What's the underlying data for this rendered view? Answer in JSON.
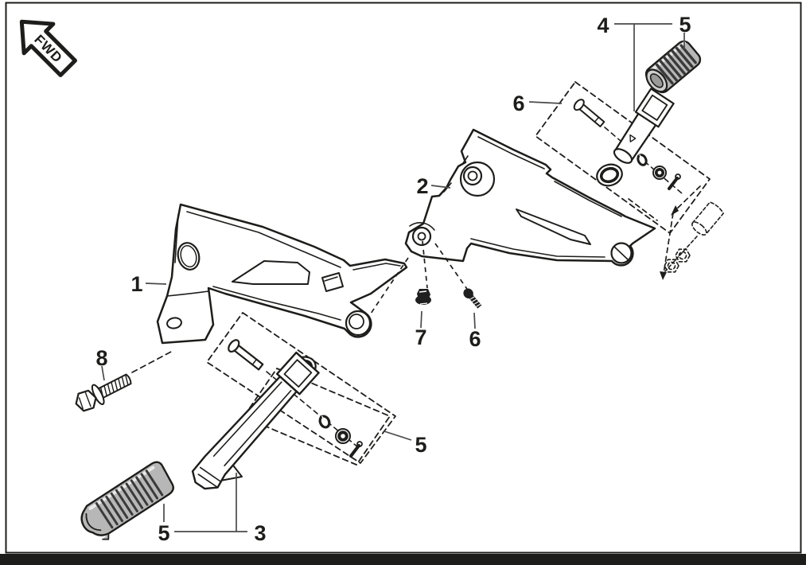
{
  "diagram": {
    "kind": "exploded-parts-diagram",
    "orientation_marker": {
      "label": "FWD"
    },
    "colors": {
      "line": "#1d1d1b",
      "leader": "#4a4a4a",
      "rubber_fill": "#b7b7b7",
      "rubber_rib": "#3a3a3a",
      "rubber_light": "#e9e9e9",
      "dark_part": "#1f1f1f",
      "background": "#ffffff",
      "footer_bar": "#1d1d1b"
    },
    "callouts": {
      "c1": {
        "text": "1"
      },
      "c2": {
        "text": "2"
      },
      "c3": {
        "text": "3"
      },
      "c4": {
        "text": "4"
      },
      "c5_top": {
        "text": "5"
      },
      "c5_right": {
        "text": "5"
      },
      "c5_bottom": {
        "text": "5"
      },
      "c6_top": {
        "text": "6"
      },
      "c6_bottom": {
        "text": "6"
      },
      "c7": {
        "text": "7"
      },
      "c8": {
        "text": "8"
      }
    }
  }
}
